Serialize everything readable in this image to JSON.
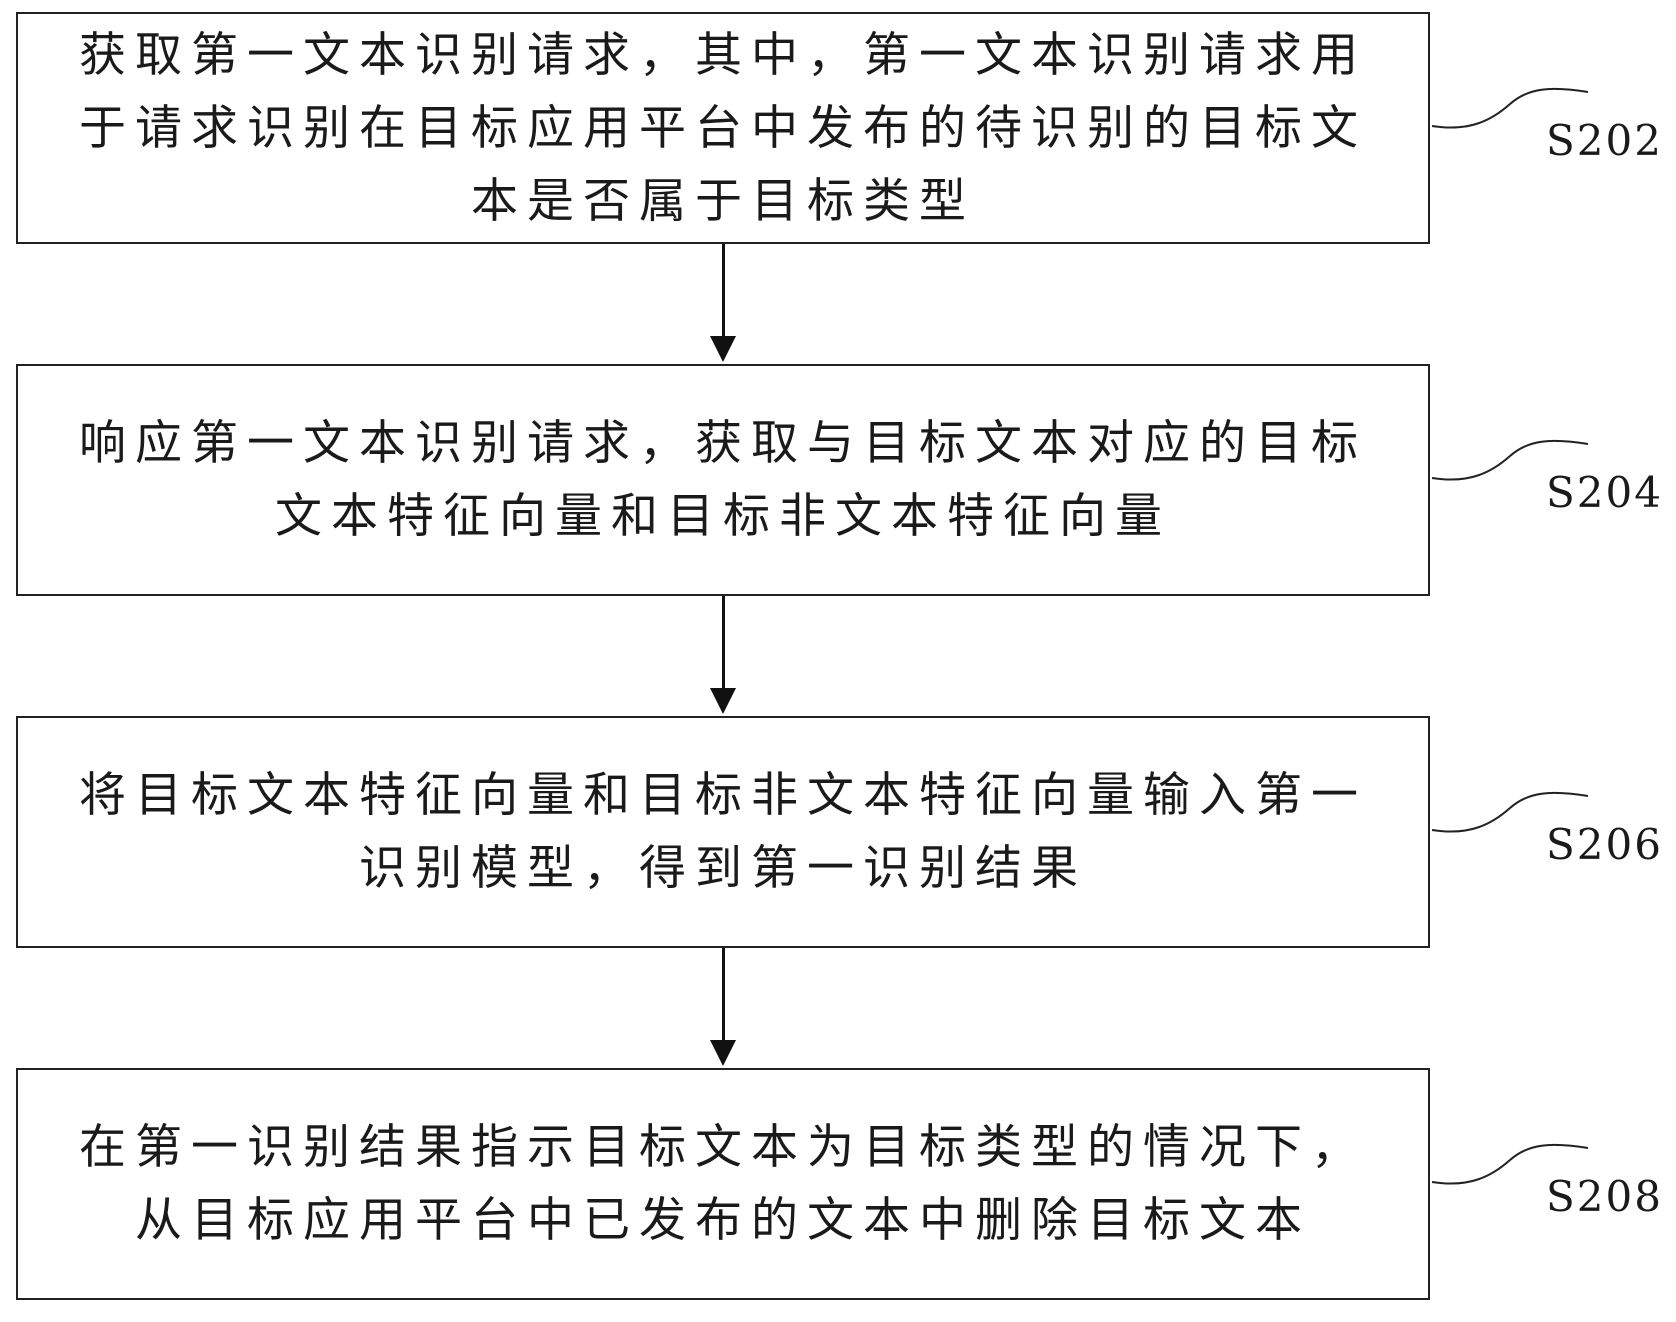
{
  "steps": [
    {
      "id": "S202",
      "label": "S202",
      "lines": [
        "获取第一文本识别请求，其中，第一文本识别请求用",
        "于请求识别在目标应用平台中发布的待识别的目标文",
        "本是否属于目标类型"
      ]
    },
    {
      "id": "S204",
      "label": "S204",
      "lines": [
        "响应第一文本识别请求，获取与目标文本对应的目标",
        "文本特征向量和目标非文本特征向量"
      ]
    },
    {
      "id": "S206",
      "label": "S206",
      "lines": [
        "将目标文本特征向量和目标非文本特征向量输入第一",
        "识别模型，得到第一识别结果"
      ]
    },
    {
      "id": "S208",
      "label": "S208",
      "lines": [
        "在第一识别结果指示目标文本为目标类型的情况下，",
        "从目标应用平台中已发布的文本中删除目标文本"
      ]
    }
  ],
  "colors": {
    "stroke": "#222222",
    "text": "#1a1a1a",
    "background": "#ffffff"
  }
}
